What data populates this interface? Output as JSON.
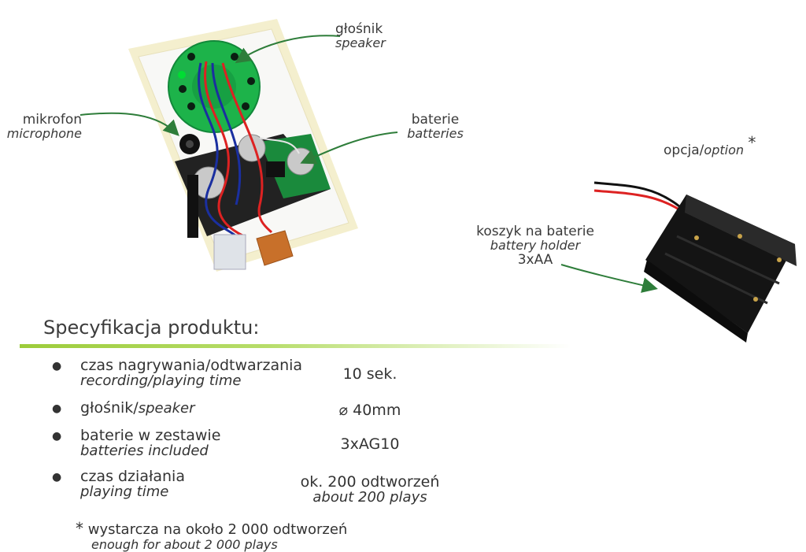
{
  "labels": {
    "speaker_pl": "głośnik",
    "speaker_en": "speaker",
    "mic_pl": "mikrofon",
    "mic_en": "microphone",
    "batteries_pl": "baterie",
    "batteries_en": "batteries",
    "option_pl": "opcja/",
    "option_en": "option",
    "option_star": "*",
    "holder_pl": "koszyk na baterie",
    "holder_en": "battery holder",
    "holder_qty": "3xAA"
  },
  "spec": {
    "title": "Specyfikacja produktu:",
    "rows": [
      {
        "pl": "czas nagrywania/odtwarzania",
        "en": "recording/playing time",
        "value": "10 sek.",
        "value_en": ""
      },
      {
        "pl": "głośnik/",
        "en": "speaker",
        "value": "⌀ 40mm",
        "value_en": ""
      },
      {
        "pl": "baterie w zestawie",
        "en": "batteries included",
        "value": "3xAG10",
        "value_en": ""
      },
      {
        "pl": "czas działania",
        "en": "playing time",
        "value": "ok. 200 odtworzeń",
        "value_en": "about 200 plays"
      }
    ],
    "footnote_star": "*",
    "footnote_pl": "wystarcza na około 2 000 odtworzeń",
    "footnote_en": "enough for about 2 000 plays"
  },
  "colors": {
    "accent_green": "#9ccc3a",
    "arrow_green": "#2e7d3a",
    "speaker_green": "#1db34a",
    "pcb_green": "#1a8a3c"
  },
  "icons": [
    "sound-module-photo",
    "battery-holder-photo"
  ]
}
